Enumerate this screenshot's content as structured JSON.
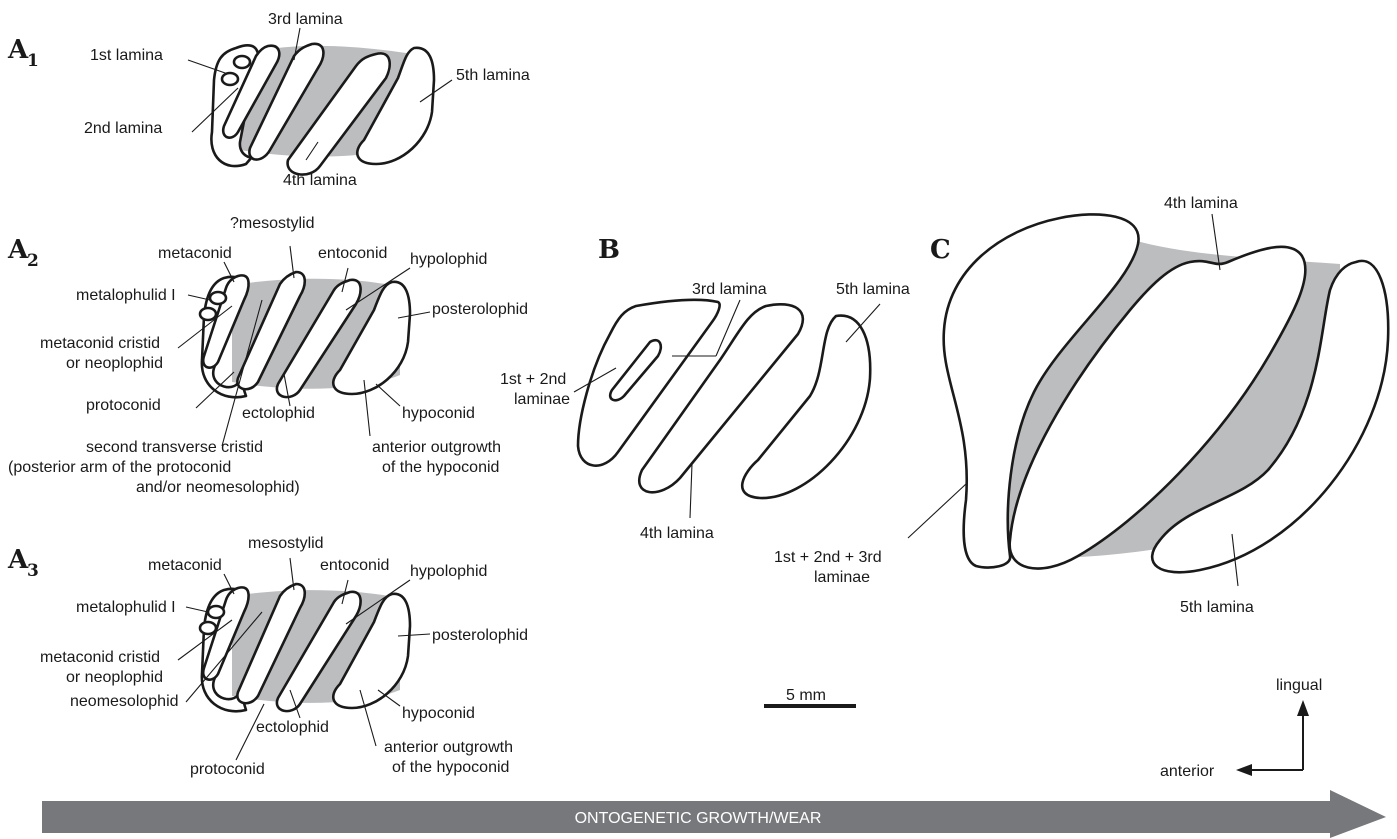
{
  "colors": {
    "dentine": "#bcbdbf",
    "outline": "#1a1a1a",
    "growth_arrow": "#77787b"
  },
  "panels": {
    "a1": {
      "letter": "A",
      "sub": "1",
      "labels": {
        "l1": "1st lamina",
        "l2": "2nd lamina",
        "l3": "3rd lamina",
        "l4": "4th lamina",
        "l5": "5th lamina"
      }
    },
    "a2": {
      "letter": "A",
      "sub": "2",
      "labels": {
        "mesostylid": "?mesostylid",
        "metaconid": "metaconid",
        "entoconid": "entoconid",
        "hypolophid": "hypolophid",
        "metalophulid": "metalophulid I",
        "posterolophid": "posterolophid",
        "cristid_1": "metaconid cristid",
        "cristid_2": "or neoplophid",
        "protoconid": "protoconid",
        "ectolophid": "ectolophid",
        "hypoconid": "hypoconid",
        "second_1": "second transverse cristid",
        "second_2": "(posterior arm of the protoconid",
        "second_3": "and/or neomesolophid)",
        "outgrowth_1": "anterior outgrowth",
        "outgrowth_2": "of the hypoconid"
      }
    },
    "a3": {
      "letter": "A",
      "sub": "3",
      "labels": {
        "mesostylid": "mesostylid",
        "metaconid": "metaconid",
        "entoconid": "entoconid",
        "hypolophid": "hypolophid",
        "metalophulid": "metalophulid I",
        "posterolophid": "posterolophid",
        "cristid_1": "metaconid cristid",
        "cristid_2": "or neoplophid",
        "neomesolophid": "neomesolophid",
        "hypoconid": "hypoconid",
        "ectolophid": "ectolophid",
        "protoconid": "protoconid",
        "outgrowth_1": "anterior outgrowth",
        "outgrowth_2": "of the hypoconid"
      }
    },
    "b": {
      "letter": "B",
      "labels": {
        "l3": "3rd lamina",
        "l5": "5th lamina",
        "l12_1": "1st + 2nd",
        "l12_2": "laminae",
        "l4": "4th lamina"
      }
    },
    "c": {
      "letter": "C",
      "labels": {
        "l4": "4th lamina",
        "l123_1": "1st + 2nd + 3rd",
        "l123_2": "laminae",
        "l5": "5th lamina"
      }
    }
  },
  "scale_bar": {
    "label": "5 mm"
  },
  "orientation": {
    "lingual": "lingual",
    "anterior": "anterior"
  },
  "growth_arrow": {
    "label": "ONTOGENETIC GROWTH/WEAR"
  }
}
